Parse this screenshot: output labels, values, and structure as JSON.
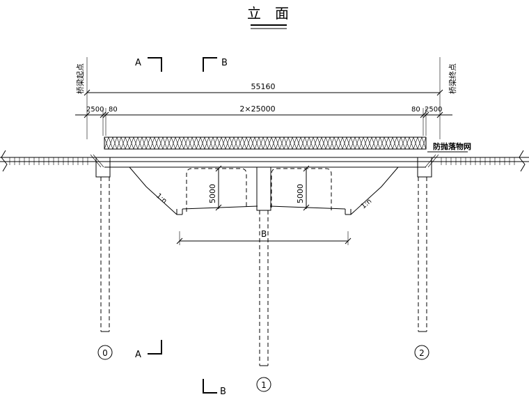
{
  "title": "立　面",
  "section_marks": {
    "a": "A",
    "b": "B"
  },
  "labels": {
    "start_point": "桥梁起点",
    "end_point": "桥梁终点",
    "net": "防抛落物网",
    "slope_left": "1:n",
    "slope_right": "1:n",
    "width_label": "B"
  },
  "dimensions": {
    "total": "55160",
    "left_end": "2500",
    "left_gap": "80",
    "spans": "2×25000",
    "right_gap": "80",
    "right_end": "2500",
    "clearance_left": "5000",
    "clearance_right": "5000"
  },
  "piers": [
    "0",
    "1",
    "2"
  ]
}
